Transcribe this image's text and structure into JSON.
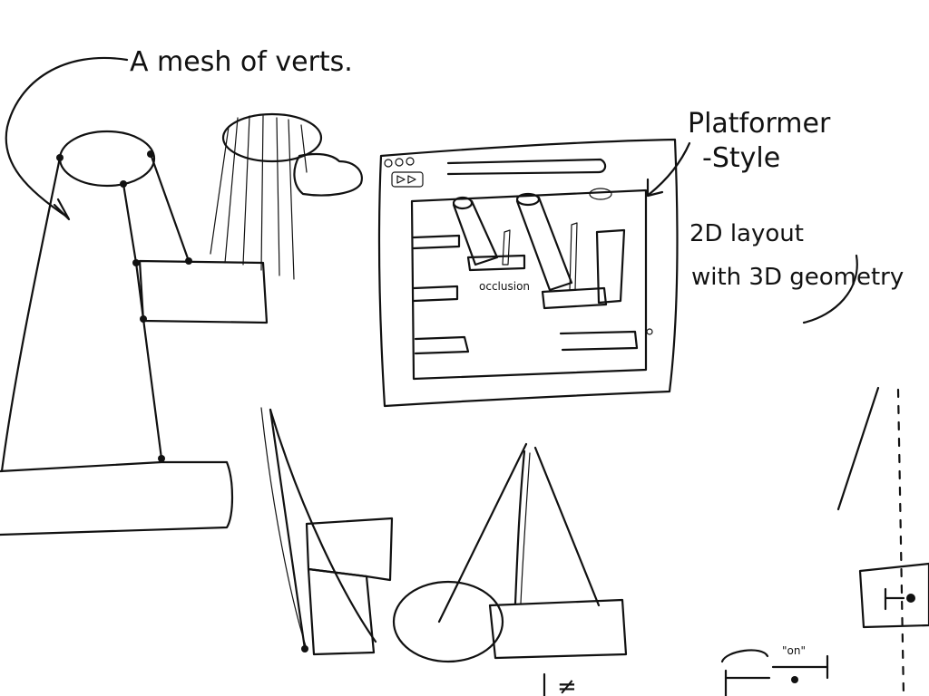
{
  "labels": {
    "mesh_note": "A mesh of verts.",
    "platformer_line1": "Platformer",
    "platformer_line2": "-Style",
    "layout_line1": "2D layout",
    "layout_line2": "with 3D geometry",
    "occlusion": "occlusion",
    "on": "\"on\"",
    "not_equal": "≠"
  },
  "colors": {
    "ink": "#111111",
    "paper": "#ffffff"
  }
}
